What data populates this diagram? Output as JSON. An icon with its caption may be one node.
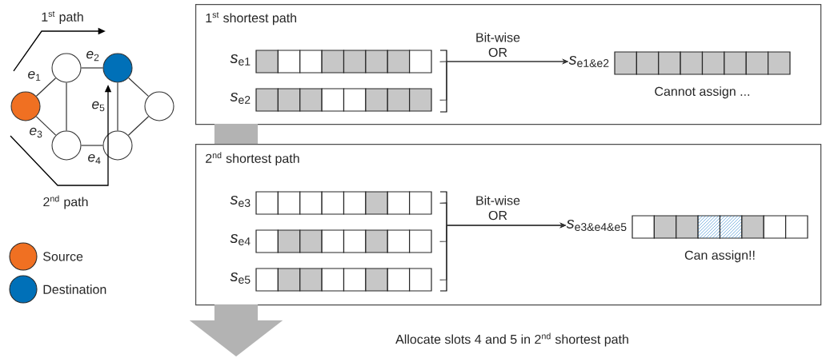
{
  "diagram": {
    "nodes": [
      {
        "text": [],
        "shape": "circle"
      },
      {
        "text": [],
        "shape": "circle"
      },
      {
        "text": [],
        "shape": "circle"
      },
      {
        "text": [],
        "shape": "circle"
      },
      {
        "text": [],
        "shape": "circle"
      },
      {
        "text": [],
        "shape": "circle"
      },
      {
        "text": [
          "1$^{st}$ shortest path"
        ]
      },
      {
        "text": [],
        "shape": "bar",
        "in": 6,
        "beside": [
          "*s*$_{e1}$"
        ]
      },
      {
        "text": [],
        "shape": "bar",
        "in": 6,
        "beside": [
          "*s*$_{e2}$"
        ]
      },
      {
        "text": [],
        "shape": "bar",
        "in": 6,
        "beside": [
          "*s*$_{e1&e2}$",
          "Cannot assign ..."
        ]
      },
      {
        "text": [
          "2$^{nd}$ shortest path"
        ]
      },
      {
        "text": [],
        "shape": "bar",
        "in": 10,
        "beside": [
          "*s*$_{e3}$"
        ]
      },
      {
        "text": [],
        "shape": "bar",
        "in": 10,
        "beside": [
          "*s*$_{e4}$"
        ]
      },
      {
        "text": [],
        "shape": "bar",
        "in": 10,
        "beside": [
          "*s*$_{e5}$"
        ]
      },
      {
        "text": [],
        "shape": "bar",
        "in": 10,
        "beside": [
          "*s*$_{e3&e4&e5}$",
          "Can assign!!"
        ]
      }
    ],
    "edges": [
      {
        "from": 0,
        "to": 1,
        "arrow": "none",
        "label": "*e*$_{1}$"
      },
      {
        "from": 1,
        "to": 2,
        "arrow": "none",
        "label": "*e*$_{2}$"
      },
      {
        "from": 0,
        "to": 4,
        "arrow": "none",
        "label": "*e*$_{3}$"
      },
      {
        "from": 4,
        "to": 5,
        "arrow": "none",
        "label": "*e*$_{4}$"
      },
      {
        "from": 5,
        "to": 2,
        "arrow": "none",
        "label": "*e*$_{5}$"
      },
      {
        "from": 1,
        "to": 4,
        "arrow": "none"
      },
      {
        "from": 2,
        "to": 3,
        "arrow": "none"
      },
      {
        "from": 5,
        "to": 3,
        "arrow": "none"
      },
      {
        "from": 7,
        "to": 9,
        "arrow": "to",
        "label": "Bit-wise OR"
      },
      {
        "from": 8,
        "to": 9,
        "arrow": "to"
      },
      {
        "from": 6,
        "to": 10,
        "arrow": "none",
        "style": "thick",
        "color": "#b3b3b3"
      },
      {
        "from": 10,
        "to": null,
        "arrow": "to",
        "style": "thick",
        "color": "#b3b3b3"
      },
      {
        "from": 11,
        "to": 14,
        "arrow": "to"
      },
      {
        "from": 12,
        "to": 14,
        "arrow": "to",
        "label": "Bit-wise OR"
      },
      {
        "from": 13,
        "to": 14,
        "arrow": "to"
      }
    ],
    "labels": [
      "1$^{st}$ path",
      "2$^{nd}$ path",
      "Allocate slots 4 and 5 in 2$^{nd}$ shortest path"
    ],
    "legend": [
      {
        "text": "Source",
        "color": "#f07022"
      },
      {
        "text": "Destination",
        "color": "#0070b8"
      }
    ]
  }
}
